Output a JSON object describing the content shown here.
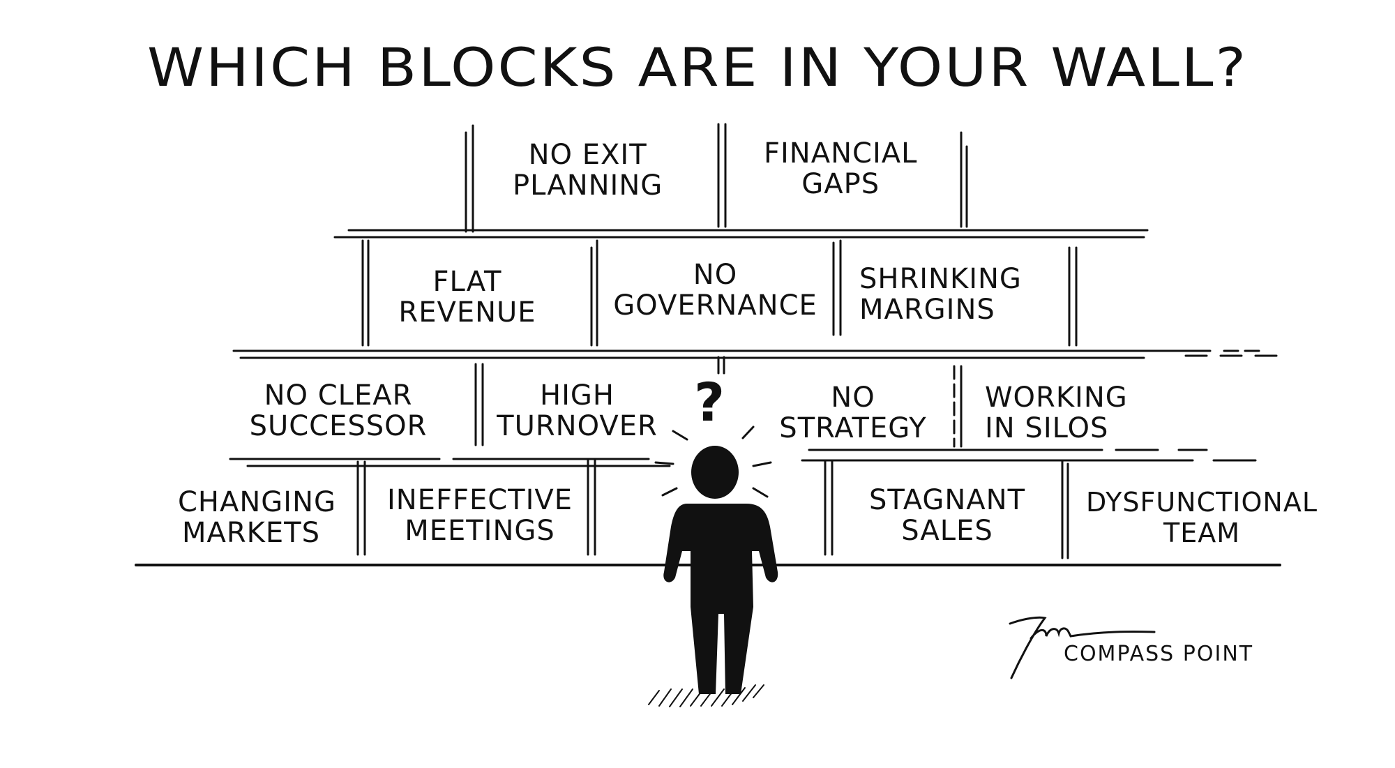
{
  "title": "WHICH BLOCKS ARE IN YOUR WALL?",
  "blocks": {
    "row1": [
      {
        "line1": "NO EXIT",
        "line2": "PLANNING"
      },
      {
        "line1": "FINANCIAL",
        "line2": "GAPS"
      }
    ],
    "row2": [
      {
        "line1": "FLAT",
        "line2": "REVENUE"
      },
      {
        "line1": "NO",
        "line2": "GOVERNANCE"
      },
      {
        "line1": "SHRINKING",
        "line2": "MARGINS"
      }
    ],
    "row3": [
      {
        "line1": "NO CLEAR",
        "line2": "SUCCESSOR"
      },
      {
        "line1": "HIGH",
        "line2": "TURNOVER"
      },
      {
        "line1": "NO",
        "line2": "STRATEGY"
      },
      {
        "line1": "WORKING",
        "line2": "IN SILOS"
      }
    ],
    "row4": [
      {
        "line1": "CHANGING",
        "line2": "MARKETS"
      },
      {
        "line1": "INEFFECTIVE",
        "line2": "MEETINGS"
      },
      {
        "line1": "STAGNANT",
        "line2": "SALES"
      },
      {
        "line1": "DYSFUNCTIONAL",
        "line2": "TEAM"
      }
    ]
  },
  "question_mark": "?",
  "brand": "COMPASS POINT",
  "colors": {
    "ink": "#111111",
    "paper": "#ffffff"
  }
}
